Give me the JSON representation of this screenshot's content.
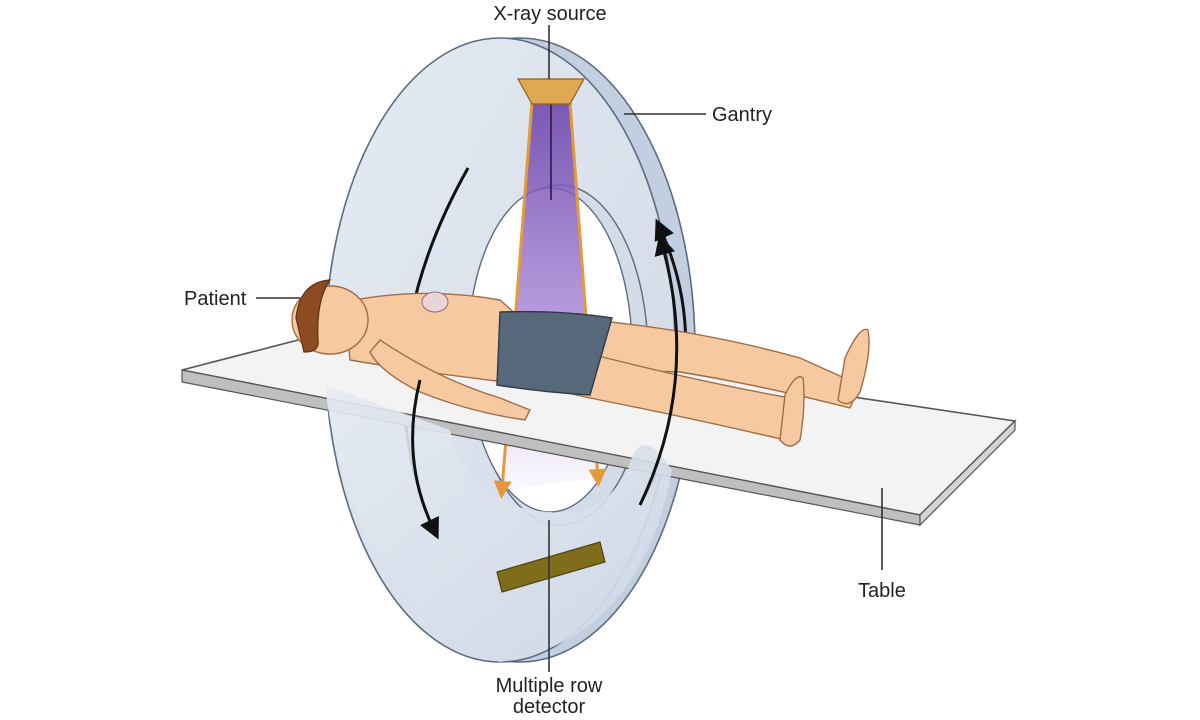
{
  "labels": {
    "xray_source": "X-ray source",
    "gantry": "Gantry",
    "patient": "Patient",
    "table": "Table",
    "detector_line1": "Multiple row",
    "detector_line2": "detector"
  },
  "colors": {
    "gantry_face": "#dde3ee",
    "gantry_rim": "#c3cfe0",
    "gantry_outline": "#5b6c82",
    "source": "#e0a951",
    "beam": "#7e5bb5",
    "beam_edge": "#e29a3a",
    "detector": "#7f6d1c",
    "table_top": "#f2f2f2",
    "skin": "#f6c9a1",
    "hair": "#8d4b22",
    "shorts": "#56687a",
    "leader_line": "#333333"
  }
}
